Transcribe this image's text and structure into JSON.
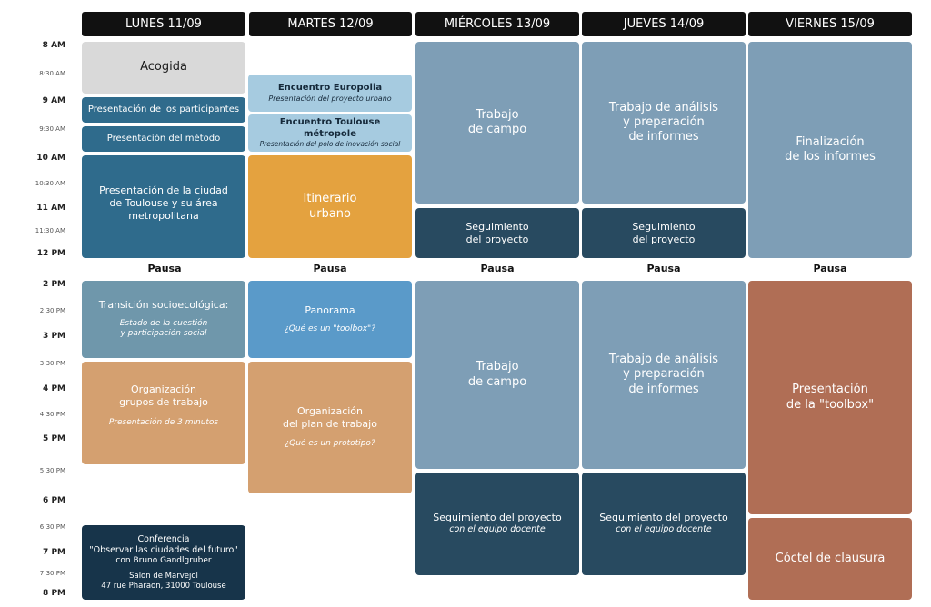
{
  "days": [
    "LUNES 11/09",
    "MARTES 12/09",
    "MIÉRCOLES 13/09",
    "JUEVES 14/09",
    "VIERNES 15/09"
  ],
  "times": {
    "t8": "8 AM",
    "t830": "8:30 AM",
    "t9": "9 AM",
    "t930": "9:30 AM",
    "t10": "10 AM",
    "t1030": "10:30 AM",
    "t11": "11 AM",
    "t1130": "11:30 AM",
    "t12": "12 PM",
    "t2": "2 PM",
    "t230": "2:30 PM",
    "t3": "3 PM",
    "t330": "3:30 PM",
    "t4": "4 PM",
    "t430": "4:30 PM",
    "t5": "5 PM",
    "t530": "5:30 PM",
    "t6": "6 PM",
    "t630": "6:30 PM",
    "t7": "7 PM",
    "t730": "7:30 PM",
    "t8pm": "8 PM"
  },
  "pause_label": "Pausa",
  "mon": {
    "acogida": "Acogida",
    "participantes": "Presentación de los participantes",
    "metodo": "Presentación del método",
    "ciudad": "Presentación de la ciudad\nde Toulouse y su área\nmetropolitana",
    "transicion_title": "Transición socioecológica:",
    "transicion_sub": "Estado de la cuestión\ny participación social",
    "grupos_title": "Organización\ngrupos de trabajo",
    "grupos_sub": "Presentación de 3 minutos",
    "conf_title": "Conferencia\n\"Observar las ciudades del futuro\"",
    "conf_by": "con Bruno Gandlgruber",
    "conf_place": "Salon de Marvejol\n47 rue Pharaon, 31000 Toulouse"
  },
  "tue": {
    "europolia_title": "Encuentro Europolia",
    "europolia_sub": "Presentación del proyecto urbano",
    "tlse_title": "Encuentro Toulouse métropole",
    "tlse_sub": "Presentación del polo de inovación social",
    "itinerario": "Itinerario\nurbano",
    "panorama_title": "Panorama",
    "panorama_sub": "¿Qué es un \"toolbox\"?",
    "plan_title": "Organización\ndel plan de trabajo",
    "plan_sub": "¿Qué es un prototipo?"
  },
  "wed": {
    "campo_am": "Trabajo\nde campo",
    "seg_am": "Seguimiento\ndel proyecto",
    "campo_pm": "Trabajo\nde campo",
    "seg_pm_title": "Seguimiento del proyecto",
    "seg_pm_sub": "con el equipo docente"
  },
  "thu": {
    "analisis_am": "Trabajo de análisis\ny preparación\nde informes",
    "seg_am": "Seguimiento\ndel proyecto",
    "analisis_pm": "Trabajo de análisis\ny preparación\nde informes",
    "seg_pm_title": "Seguimiento del proyecto",
    "seg_pm_sub": "con el equipo docente"
  },
  "fri": {
    "finalizacion": "Finalización\nde los informes",
    "presentacion": "Presentación\nde la \"toolbox\"",
    "coctel": "Cóctel de clausura"
  }
}
